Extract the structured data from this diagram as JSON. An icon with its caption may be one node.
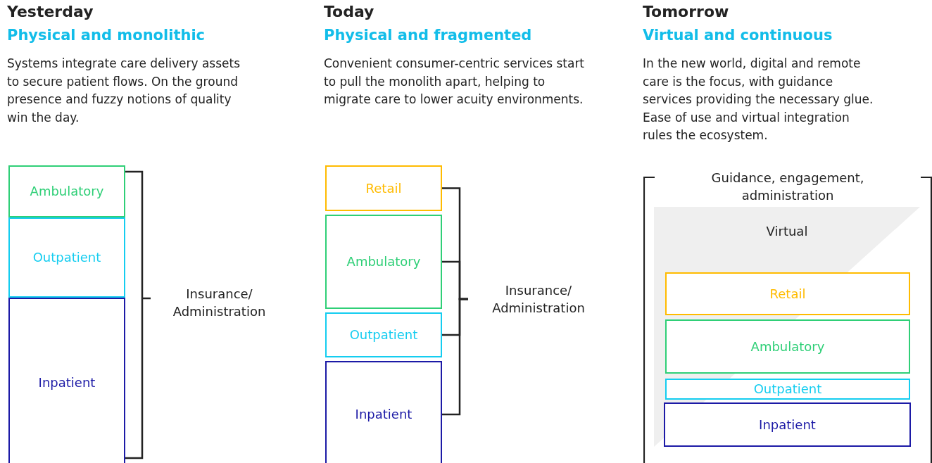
{
  "diagram": {
    "nodes": [
      {
        "text": [
          "Ambulatory"
        ]
      },
      {
        "text": [
          "Outpatient"
        ]
      },
      {
        "text": [
          "Inpatient"
        ]
      },
      {
        "text": [
          "Retail"
        ]
      },
      {
        "text": [
          "Ambulatory"
        ]
      },
      {
        "text": [
          "Outpatient"
        ]
      },
      {
        "text": [
          "Inpatient"
        ]
      },
      {
        "text": [
          "Insurance/ Administration"
        ]
      },
      {
        "text": [
          "Guidance, engagement, administration"
        ]
      },
      {
        "text": [
          "Virtual"
        ],
        "in": 8
      },
      {
        "text": [
          "Retail"
        ],
        "in": 9
      },
      {
        "text": [
          "Ambulatory"
        ],
        "in": 9
      },
      {
        "text": [
          "Outpatient"
        ],
        "in": 9
      },
      {
        "text": [
          "Inpatient"
        ],
        "in": 9
      }
    ],
    "edges": [
      {
        "from": 3,
        "to": 7,
        "arrow": "none"
      },
      {
        "from": 4,
        "to": 7,
        "arrow": "none"
      },
      {
        "from": 5,
        "to": 7,
        "arrow": "none"
      },
      {
        "from": 6,
        "to": 7,
        "arrow": "none"
      }
    ],
    "labels": [
      "Yesterday",
      "Physical and monolithic",
      "Systems integrate care delivery assets to secure patient flows. On the ground presence and fuzzy notions of quality win the day.",
      "Insurance/ Administration",
      "Today",
      "Physical and fragmented",
      "Convenient consumer-centric services start to pull the monolith apart, helping to migrate care to lower acuity environments.",
      "Tomorrow",
      "Virtual and continuous",
      "In the new world, digital and remote care is the focus, with guidance services providing the necessary glue. Ease of use and virtual integration rules the ecosystem."
    ]
  }
}
